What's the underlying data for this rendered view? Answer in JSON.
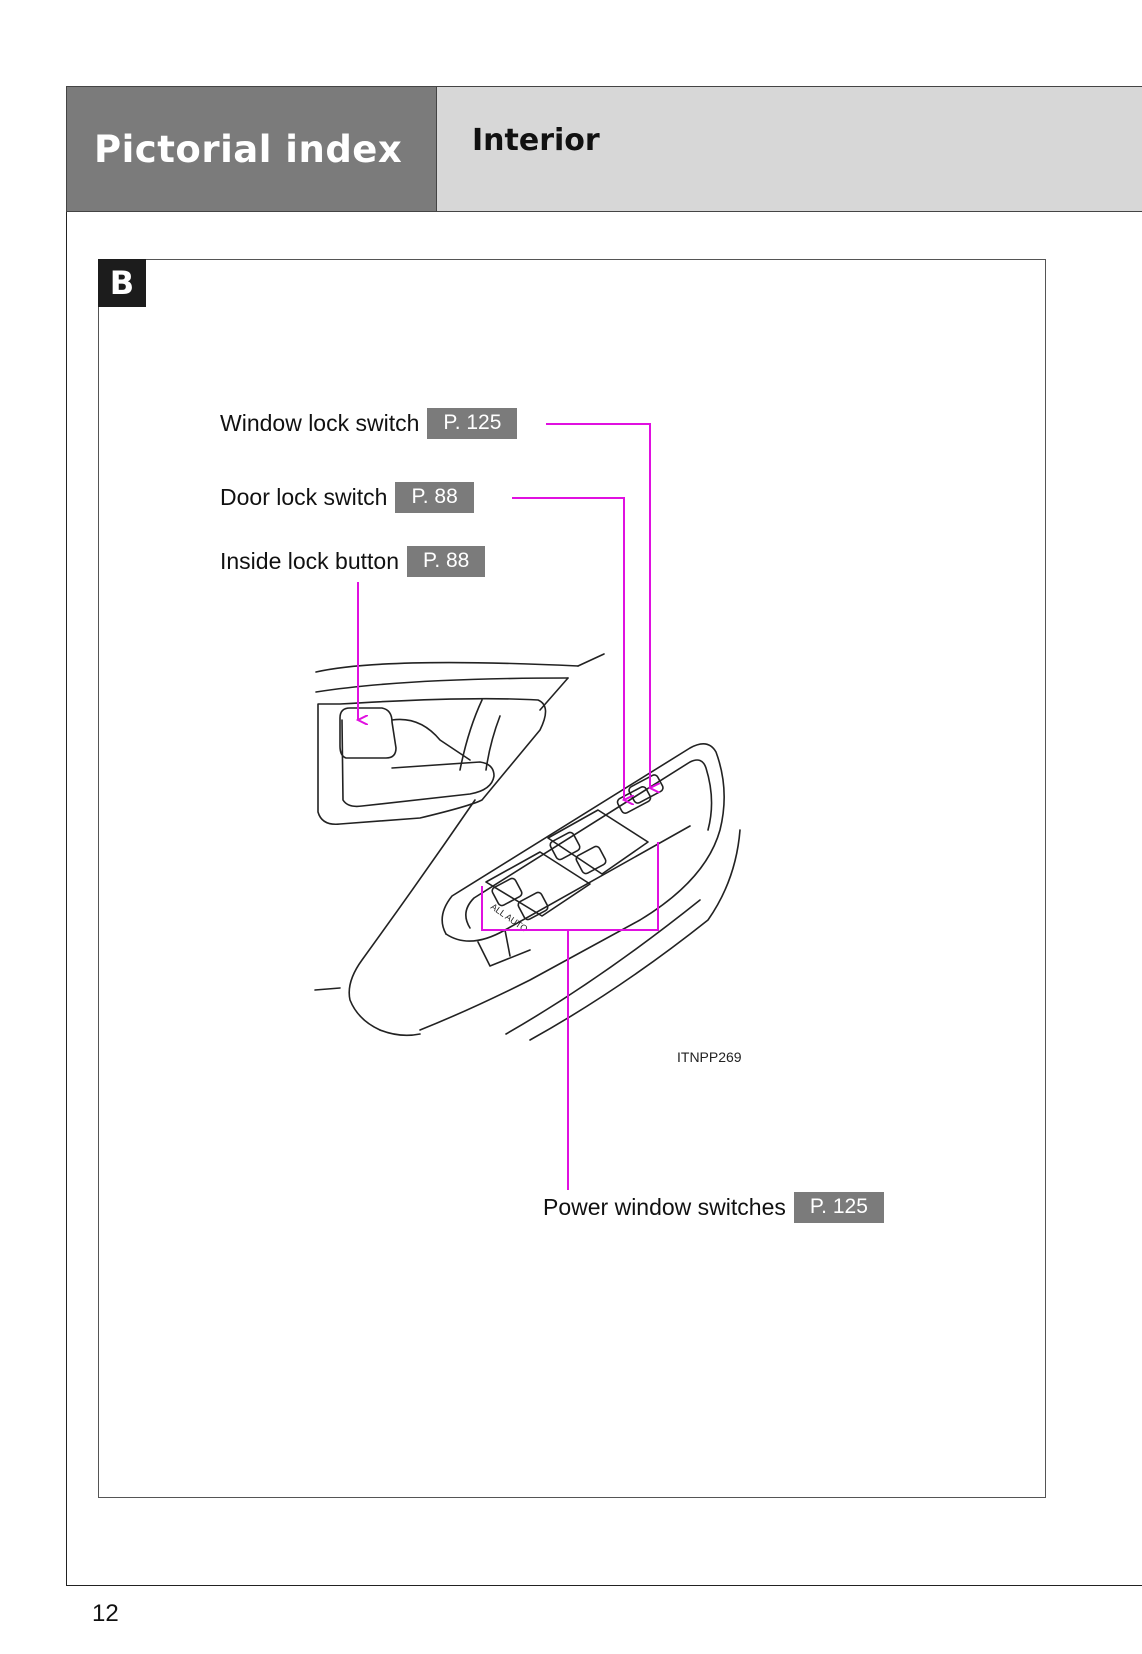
{
  "header": {
    "section_title": "Pictorial index",
    "page_title": "Interior"
  },
  "panel": {
    "badge": "B",
    "figure_code": "ITNPP269",
    "callouts": [
      {
        "label": "Window lock switch",
        "page_ref": "P. 125"
      },
      {
        "label": "Door lock switch",
        "page_ref": "P. 88"
      },
      {
        "label": "Inside lock button",
        "page_ref": "P. 88"
      },
      {
        "label": "Power window switches",
        "page_ref": "P. 125"
      }
    ],
    "illustration": {
      "panel_text": "ALL AUTO"
    }
  },
  "footer": {
    "page_number": "12"
  },
  "colors": {
    "header_dark": "#7b7b7b",
    "header_light": "#d7d7d7",
    "page_ref_bg": "#7b7b7b",
    "leader_line": "#e010e0",
    "badge_bg": "#1c1c1c"
  },
  "icons": [
    "arrow-icon"
  ]
}
